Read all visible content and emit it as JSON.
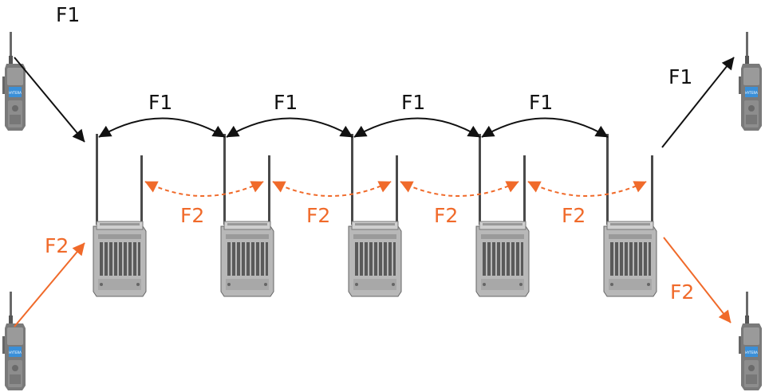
{
  "colors": {
    "f1": "#111111",
    "f2": "#f06a2a",
    "device_body": "#b8b8b8",
    "device_dark": "#555555",
    "radio_screen": "#3a8fd8"
  },
  "labels": {
    "f1_top_left": "F1",
    "f1_link_1": "F1",
    "f1_link_2": "F1",
    "f1_link_3": "F1",
    "f1_link_4": "F1",
    "f1_right": "F1",
    "f2_left": "F2",
    "f2_link_1": "F2",
    "f2_link_2": "F2",
    "f2_link_3": "F2",
    "f2_link_4": "F2",
    "f2_right": "F2"
  },
  "radio_brand": "HYTERA",
  "icons": {
    "radio": "handheld-radio-icon",
    "repeater": "repeater-icon"
  }
}
